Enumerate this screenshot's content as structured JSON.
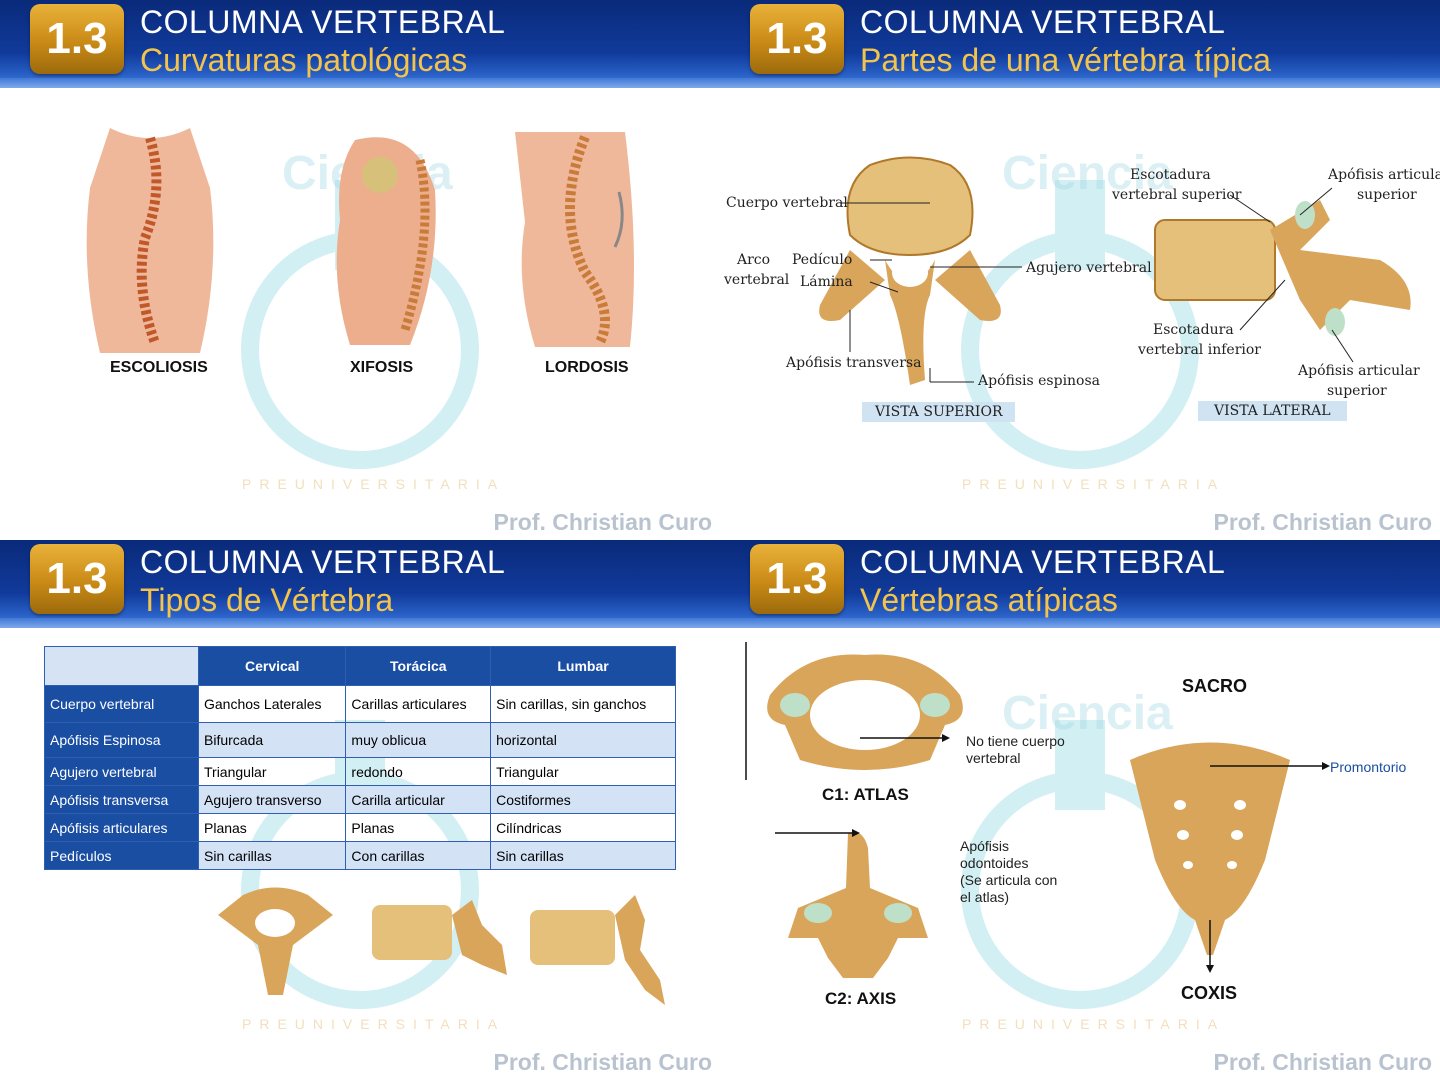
{
  "slides": [
    {
      "badge": "1.3",
      "title": "COLUMNA VERTEBRAL",
      "subtitle": "Curvaturas patológicas",
      "captions": [
        "ESCOLIOSIS",
        "XIFOSIS",
        "LORDOSIS"
      ],
      "author": "Prof. Christian Curo"
    },
    {
      "badge": "1.3",
      "title": "COLUMNA VERTEBRAL",
      "subtitle": "Partes de una vértebra típica",
      "labels": {
        "cuerpo": "Cuerpo vertebral",
        "arco1": "Arco",
        "arco2": "vertebral",
        "pediculo": "Pedículo",
        "lamina": "Lámina",
        "agujero": "Agujero vertebral",
        "transversa": "Apófisis transversa",
        "espinosa": "Apófisis espinosa",
        "vista_sup": "VISTA SUPERIOR",
        "esc_sup1": "Escotadura",
        "esc_sup2": "vertebral superior",
        "art_sup1": "Apófisis articular",
        "art_sup2": "superior",
        "esc_inf1": "Escotadura",
        "esc_inf2": "vertebral inferior",
        "art_inf1": "Apófisis articular",
        "art_inf2": "superior",
        "vista_lat": "VISTA LATERAL"
      },
      "author": "Prof. Christian Curo"
    },
    {
      "badge": "1.3",
      "title": "COLUMNA VERTEBRAL",
      "subtitle": "Tipos de Vértebra",
      "table": {
        "headers": [
          "",
          "Cervical",
          "Torácica",
          "Lumbar"
        ],
        "rows": [
          [
            "Cuerpo vertebral",
            "Ganchos Laterales",
            "Carillas articulares",
            "Sin carillas, sin ganchos"
          ],
          [
            "Apófisis Espinosa",
            "Bifurcada",
            "muy oblicua",
            "horizontal"
          ],
          [
            "Agujero vertebral",
            "Triangular",
            "redondo",
            "Triangular"
          ],
          [
            "Apófisis transversa",
            "Agujero transverso",
            "Carilla articular",
            "Costiformes"
          ],
          [
            "Apófisis articulares",
            "Planas",
            "Planas",
            "Cilíndricas"
          ],
          [
            "Pedículos",
            "Sin carillas",
            "Con carillas",
            "Sin carillas"
          ]
        ]
      },
      "author": "Prof. Christian Curo"
    },
    {
      "badge": "1.3",
      "title": "COLUMNA VERTEBRAL",
      "subtitle": "Vértebras atípicas",
      "labels": {
        "atlas": "C1: ATLAS",
        "atlas_note1": "No tiene cuerpo",
        "atlas_note2": "vertebral",
        "axis": "C2: AXIS",
        "axis_note1": "Apófisis",
        "axis_note2": "odontoides",
        "axis_note3": "(Se articula con",
        "axis_note4": "el atlas)",
        "sacro": "SACRO",
        "promontorio": "Promontorio",
        "coxis": "COXIS"
      },
      "author": "Prof. Christian Curo"
    }
  ],
  "watermark": {
    "text": "Ciencia",
    "sub": "PREUNIVERSITARIA"
  },
  "colors": {
    "header": "#103a9a",
    "badge": "#d79a22",
    "subtitle": "#f3c34b",
    "bone": "#d9a55a",
    "table_head": "#1a4ea3",
    "table_alt": "#d4e2f6"
  }
}
